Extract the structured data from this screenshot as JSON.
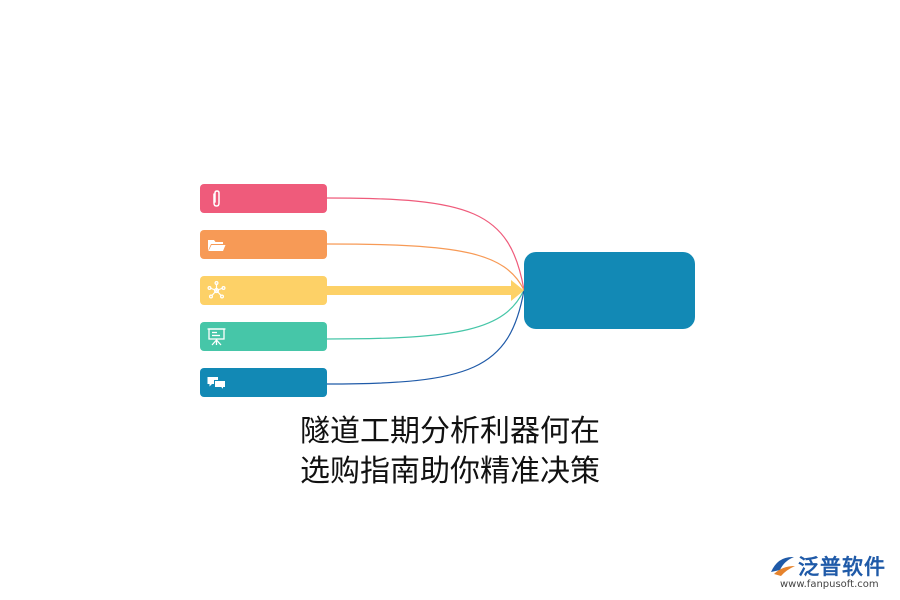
{
  "caption": {
    "line1": "隧道工期分析利器何在",
    "line2": "选购指南助你精准决策"
  },
  "items": [
    {
      "icon": "paperclip-icon",
      "color": "#ef5b7b"
    },
    {
      "icon": "folder-open-icon",
      "color": "#f79a56"
    },
    {
      "icon": "network-icon",
      "color": "#fdd167"
    },
    {
      "icon": "presentation-board-icon",
      "color": "#46c6a8"
    },
    {
      "icon": "chat-bubbles-icon",
      "color": "#1289b5"
    }
  ],
  "target": {
    "color": "#1289b5"
  },
  "logo": {
    "brand": "泛普软件",
    "url": "www.fanpusoft.com"
  }
}
